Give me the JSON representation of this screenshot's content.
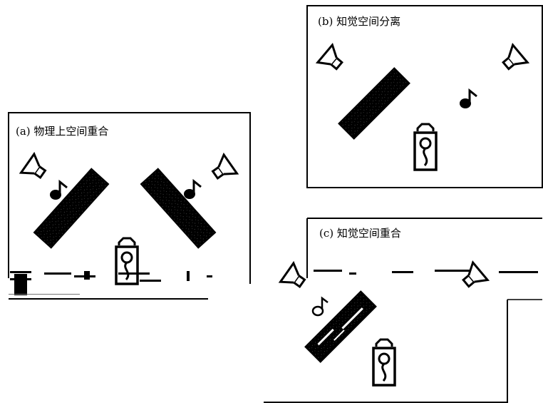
{
  "panels": {
    "a": {
      "label": "(a) 物理上空间重合"
    },
    "b": {
      "label": "(b) 知觉空间分离"
    },
    "c": {
      "label": "(c) 知觉空间重合"
    }
  },
  "colors": {
    "ink": "#000000",
    "paper": "#ffffff"
  },
  "icons": {
    "speaker": "speaker-icon",
    "music_note": "music-note-icon",
    "sound_absorber": "sound-absorbing-panel",
    "listener": "listener-figure-icon"
  }
}
